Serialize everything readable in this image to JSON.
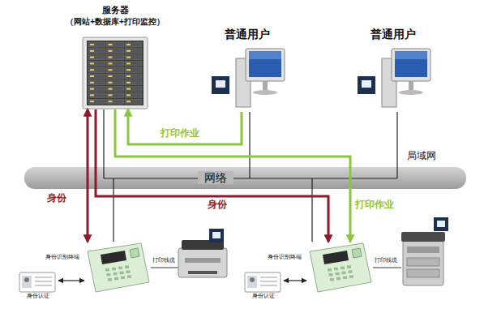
{
  "diagram": {
    "nodes": [
      {
        "text": [
          "服务器",
          "（网站+数据库+打印监控）"
        ]
      },
      {
        "text": [
          "普通用户"
        ]
      },
      {
        "text": [
          "普通用户"
        ]
      },
      {
        "text": [
          "网络"
        ]
      },
      {
        "text": [
          "身份认证"
        ]
      },
      {
        "text": [
          "身份识别终端"
        ]
      },
      {
        "text": [
          "身份认证"
        ]
      },
      {
        "text": [
          "身份识别终端"
        ]
      }
    ],
    "edges": [
      {
        "from": 0,
        "to": 3,
        "arrow": "none"
      },
      {
        "from": 1,
        "to": 3,
        "arrow": "none"
      },
      {
        "from": 2,
        "to": 3,
        "arrow": "none"
      },
      {
        "from": 3,
        "to": 5,
        "arrow": "none"
      },
      {
        "from": 3,
        "to": 7,
        "arrow": "none"
      },
      {
        "from": 4,
        "to": 5,
        "arrow": "both"
      },
      {
        "from": 6,
        "to": 7,
        "arrow": "both"
      },
      {
        "from": 0,
        "to": 5,
        "arrow": "both",
        "label": "身份"
      },
      {
        "from": 0,
        "to": 7,
        "arrow": "to",
        "label": "身份"
      },
      {
        "from": 1,
        "to": 0,
        "arrow": "to",
        "label": "打印作业"
      },
      {
        "from": 0,
        "to": 7,
        "arrow": "to",
        "label": "打印作业"
      }
    ],
    "labels": [
      "局域网",
      "打印线缆",
      "打印线缆"
    ]
  }
}
